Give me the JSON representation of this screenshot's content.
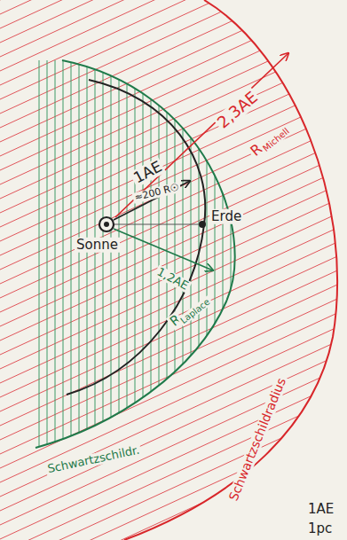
{
  "diagram": {
    "labels": [
      "2,3AE",
      "R",
      "Michell",
      "1AE",
      "≈200 R☉",
      "Erde",
      "Sonne",
      "1,2AE",
      "R",
      "Laplace",
      "Schwartzschildr.",
      "Schwartzschildradius",
      "1AE",
      "1pc"
    ]
  }
}
